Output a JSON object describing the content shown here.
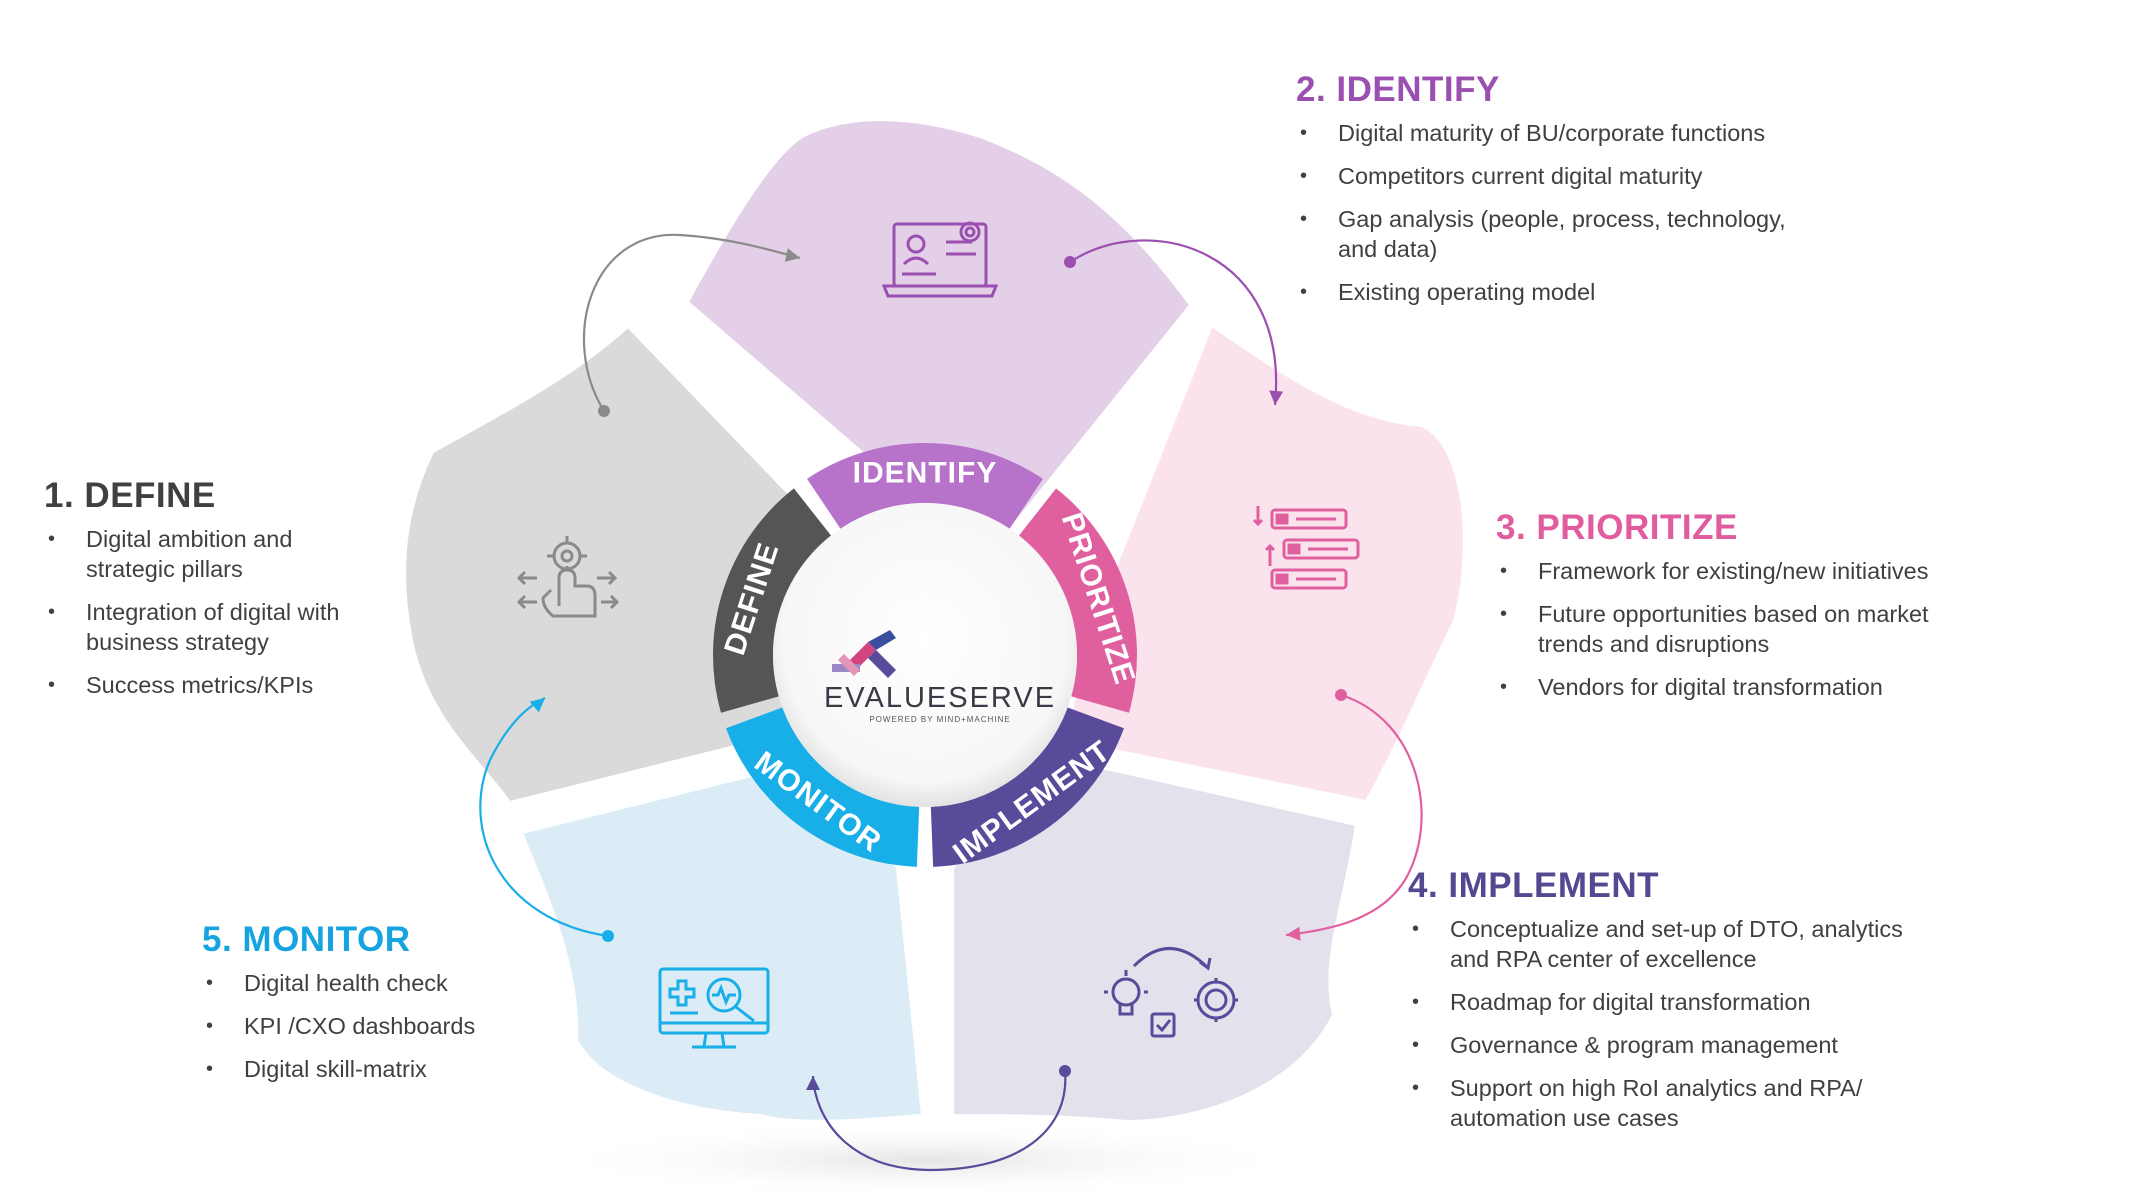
{
  "colors": {
    "define": "#555555",
    "identify": "#b773c9",
    "prioritize": "#e0609f",
    "implement": "#5a4a9a",
    "monitor": "#18aee8",
    "title_text": "#404040"
  },
  "ring": {
    "define": "DEFINE",
    "identify": "IDENTIFY",
    "prioritize": "PRIORITIZE",
    "implement": "IMPLEMENT",
    "monitor": "MONITOR"
  },
  "logo": {
    "name": "EVALUESERVE",
    "tagline": "POWERED BY MIND+MACHINE"
  },
  "icons": {
    "define": "hand-gear-icon",
    "identify": "laptop-profile-fingerprint-icon",
    "prioritize": "sorted-list-icon",
    "implement": "lightbulb-gear-cycle-icon",
    "monitor": "monitor-health-check-icon"
  },
  "panels": {
    "define": {
      "title": "1. DEFINE",
      "items": [
        [
          "Digital ambition and",
          "strategic pillars"
        ],
        [
          "Integration of digital with",
          "business strategy"
        ],
        [
          "Success metrics/KPIs"
        ]
      ]
    },
    "identify": {
      "title": "2. IDENTIFY",
      "items": [
        [
          "Digital maturity of BU/corporate functions"
        ],
        [
          "Competitors current digital maturity"
        ],
        [
          "Gap analysis (people, process, technology,",
          "and data)"
        ],
        [
          "Existing operating model"
        ]
      ]
    },
    "prioritize": {
      "title": "3. PRIORITIZE",
      "items": [
        [
          "Framework for existing/new initiatives"
        ],
        [
          "Future opportunities based on market",
          "trends and disruptions"
        ],
        [
          "Vendors for digital transformation"
        ]
      ]
    },
    "implement": {
      "title": "4. IMPLEMENT",
      "items": [
        [
          "Conceptualize and set-up of DTO, analytics",
          "and RPA center of excellence"
        ],
        [
          "Roadmap for digital transformation"
        ],
        [
          "Governance & program management"
        ],
        [
          "Support on high RoI analytics and RPA/",
          "automation use cases"
        ]
      ]
    },
    "monitor": {
      "title": "5. MONITOR",
      "items": [
        [
          "Digital health check"
        ],
        [
          "KPI /CXO dashboards"
        ],
        [
          "Digital skill-matrix"
        ]
      ]
    }
  }
}
